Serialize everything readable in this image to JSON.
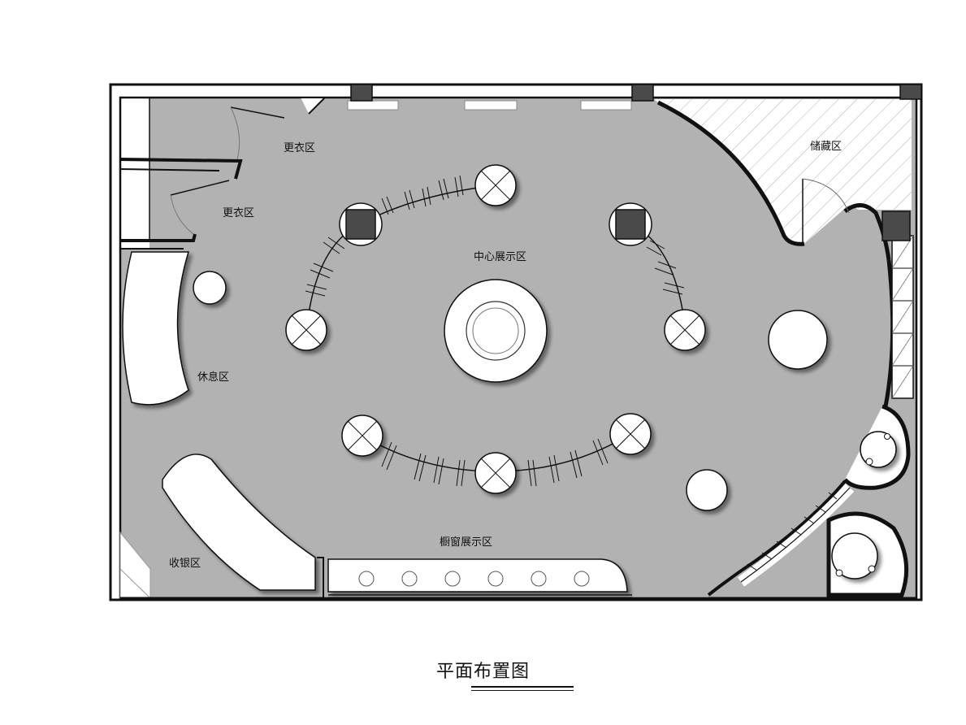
{
  "plan": {
    "title": "平面布置图",
    "zones": {
      "fitting_room_1": "更衣区",
      "fitting_room_2": "更衣区",
      "storage": "储藏区",
      "center_display": "中心展示区",
      "lounge": "休息区",
      "cashier": "收银区",
      "window_display": "橱窗展示区"
    },
    "colors": {
      "floor": "#b3b2b2",
      "wall": "#111111",
      "column": "#4a4a4a",
      "fixture": "#ffffff"
    }
  }
}
